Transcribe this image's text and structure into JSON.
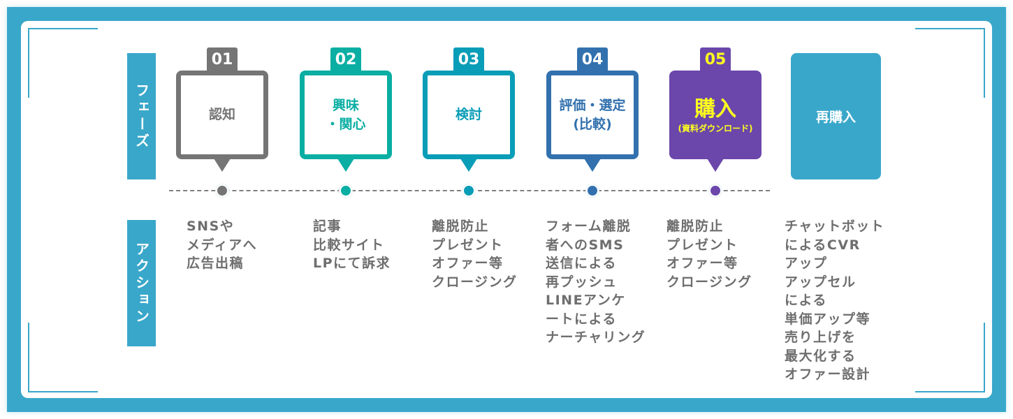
{
  "labels": {
    "phase": "フェーズ",
    "action": "アクション"
  },
  "colors": {
    "frame": "#39a7ca",
    "phase_01": "#757575",
    "phase_02": "#0aaea3",
    "phase_03": "#0a9db7",
    "phase_04": "#3271ae",
    "phase_05": "#6b47ab",
    "purchase_text": "#ffff1e",
    "action_text": "#6e6e6e"
  },
  "phases": [
    {
      "number": "01",
      "title_lines": [
        "認知"
      ]
    },
    {
      "number": "02",
      "title_lines": [
        "興味",
        "・関心"
      ]
    },
    {
      "number": "03",
      "title_lines": [
        "検討"
      ]
    },
    {
      "number": "04",
      "title_lines": [
        "評価・選定",
        "(比較)"
      ]
    },
    {
      "number": "05",
      "title_main": "購入",
      "title_sub": "(資料ダウンロード)"
    }
  ],
  "repurchase": {
    "title": "再購入"
  },
  "actions": [
    [
      "SNSや",
      "メディアへ",
      "広告出稿"
    ],
    [
      "記事",
      "比較サイト",
      "LPにて訴求"
    ],
    [
      "離脱防止",
      "プレゼント",
      "オファー等",
      "クロージング"
    ],
    [
      "フォーム離脱",
      "者へのSMS",
      "送信による",
      "再プッシュ",
      "LINEアンケ",
      "ートによる",
      "ナーチャリング"
    ],
    [
      "離脱防止",
      "プレゼント",
      "オファー等",
      "クロージング"
    ],
    [
      "チャットボット",
      "によるCVR",
      "アップ",
      "アップセル",
      "による",
      "単価アップ等",
      "売り上げを",
      "最大化する",
      "オファー設計"
    ]
  ]
}
